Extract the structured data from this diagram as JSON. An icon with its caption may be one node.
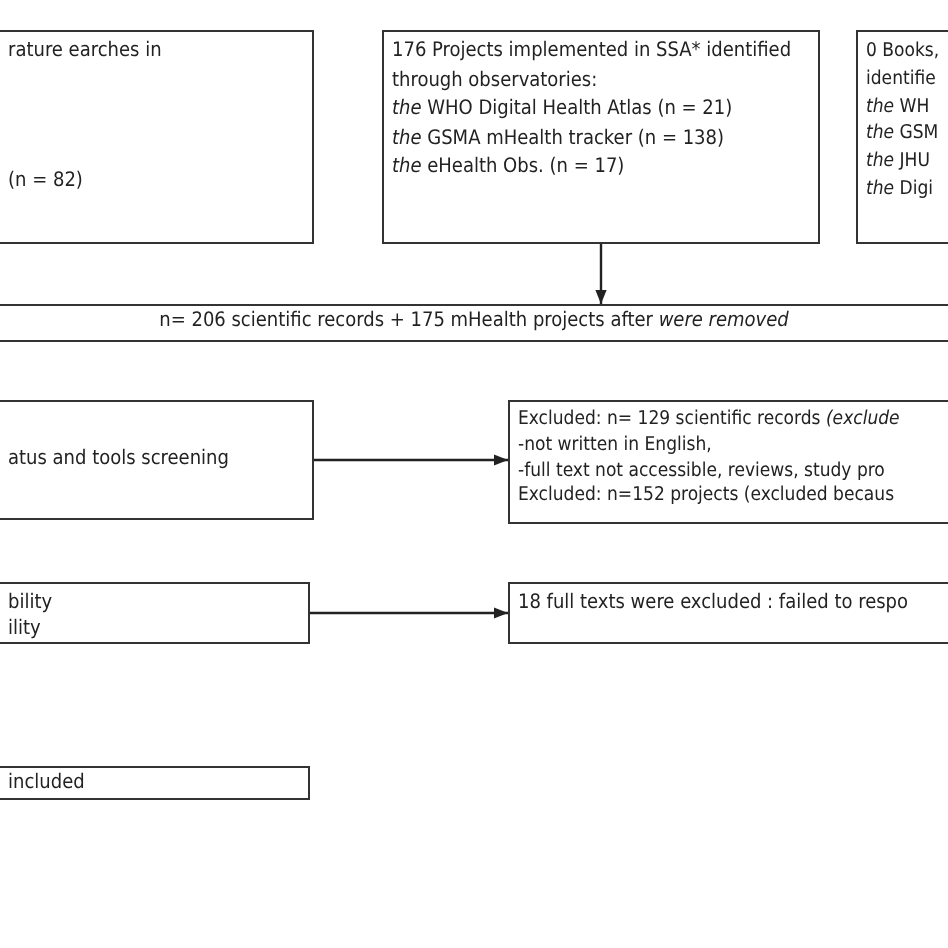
{
  "diagram": {
    "nodes": [
      {
        "text": [
          "rature earches in",
          "(n = 82)"
        ]
      },
      {
        "text": [
          "176 Projects implemented in SSA* identified through observatories:",
          "*the* WHO Digital Health Atlas (n = 21)",
          "*the* GSMA mHealth tracker (n = 138)",
          "*the* eHealth Obs. (n = 17)"
        ]
      },
      {
        "text": [
          "0 Books, identifie",
          "*the* WH",
          "*the* GSM",
          "*the* JHU",
          "*the* Digi"
        ]
      },
      {
        "text": [
          "n= 206 scientific records + 175 mHealth projects after *were removed*"
        ]
      },
      {
        "text": [
          "atus and tools screening"
        ]
      },
      {
        "text": [
          "Excluded: n= 129 scientific records *(exclude*",
          "-not written in English,",
          "-full text not accessible, reviews, study pro",
          "Excluded: n=152 projects  (excluded becaus"
        ]
      },
      {
        "text": [
          "bility",
          "ility"
        ]
      },
      {
        "text": [
          "18 full texts were excluded : failed to respo"
        ]
      },
      {
        "text": [
          "included"
        ]
      }
    ],
    "edges": [
      {
        "from": 1,
        "to": 3,
        "arrow": "to"
      },
      {
        "from": 4,
        "to": 5,
        "arrow": "to"
      },
      {
        "from": 6,
        "to": 7,
        "arrow": "to"
      }
    ]
  }
}
